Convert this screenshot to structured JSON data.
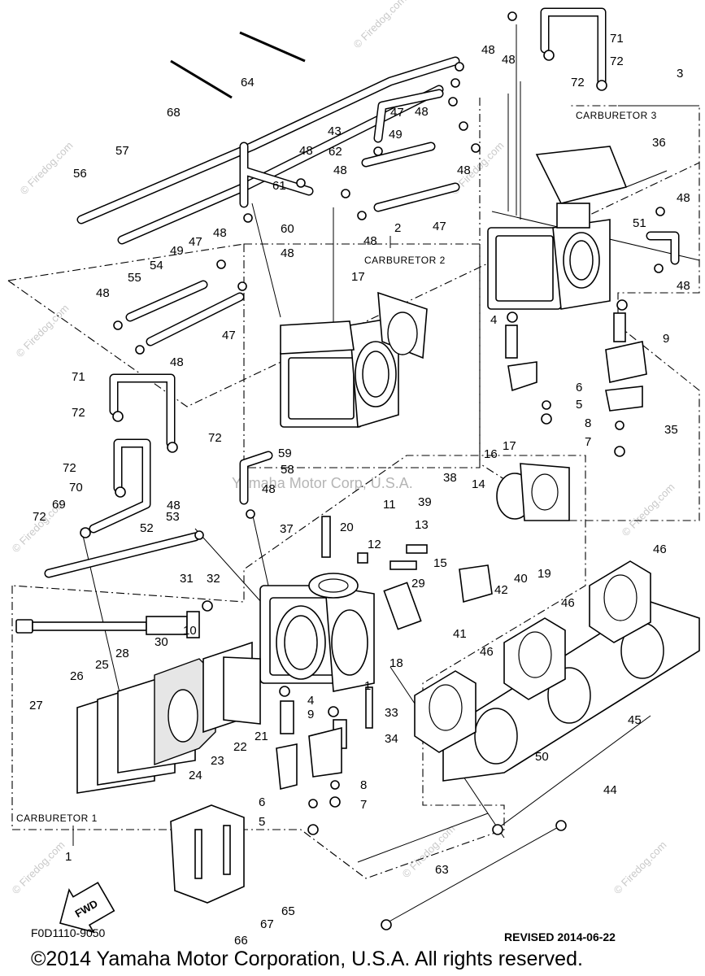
{
  "diagram": {
    "carburetor_titles": [
      "CARBURETOR 3",
      "CARBURETOR 2",
      "CARBURETOR 1"
    ],
    "callouts": [
      "1",
      "2",
      "3",
      "4",
      "5",
      "6",
      "7",
      "8",
      "9",
      "10",
      "11",
      "12",
      "13",
      "14",
      "15",
      "16",
      "17",
      "18",
      "19",
      "20",
      "21",
      "22",
      "23",
      "24",
      "25",
      "26",
      "27",
      "28",
      "29",
      "30",
      "31",
      "32",
      "33",
      "34",
      "35",
      "36",
      "37",
      "38",
      "39",
      "40",
      "41",
      "42",
      "43",
      "44",
      "45",
      "46",
      "47",
      "48",
      "49",
      "50",
      "51",
      "52",
      "53",
      "54",
      "55",
      "56",
      "57",
      "58",
      "59",
      "60",
      "61",
      "62",
      "63",
      "64",
      "65",
      "66",
      "67",
      "68",
      "69",
      "70",
      "71",
      "72"
    ],
    "watermark_text": "© Firedog.com",
    "center_watermark": "Yamaha Motor Corp, U.S.A.",
    "fwd_label": "FWD",
    "part_code": "F0D1110-9050",
    "revised": "REVISED 2014-06-22",
    "copyright": "©2014 Yamaha Motor Corporation, U.S.A. All rights reserved."
  }
}
